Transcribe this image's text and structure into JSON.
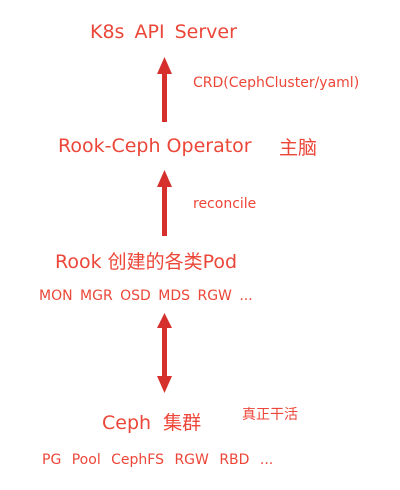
{
  "nodes": {
    "k8s_api_server": "K8s API Server",
    "rook_ceph_operator": "Rook-Ceph Operator",
    "rook_pods": "Rook 创建的各类Pod",
    "pod_types": "MON  MGR  OSD  MDS  RGW  ...",
    "ceph_cluster": "Ceph  集群",
    "ceph_features": "PG  Pool  CephFS  RGW  RBD  ..."
  },
  "annotations": {
    "crd": "CRD(CephCluster/yaml)",
    "brain": "主脑",
    "reconcile": "reconcile",
    "does_work": "真正干活"
  },
  "colors": {
    "text": "#ec4638",
    "arrow": "#d6302c",
    "background": "#ffffff"
  }
}
